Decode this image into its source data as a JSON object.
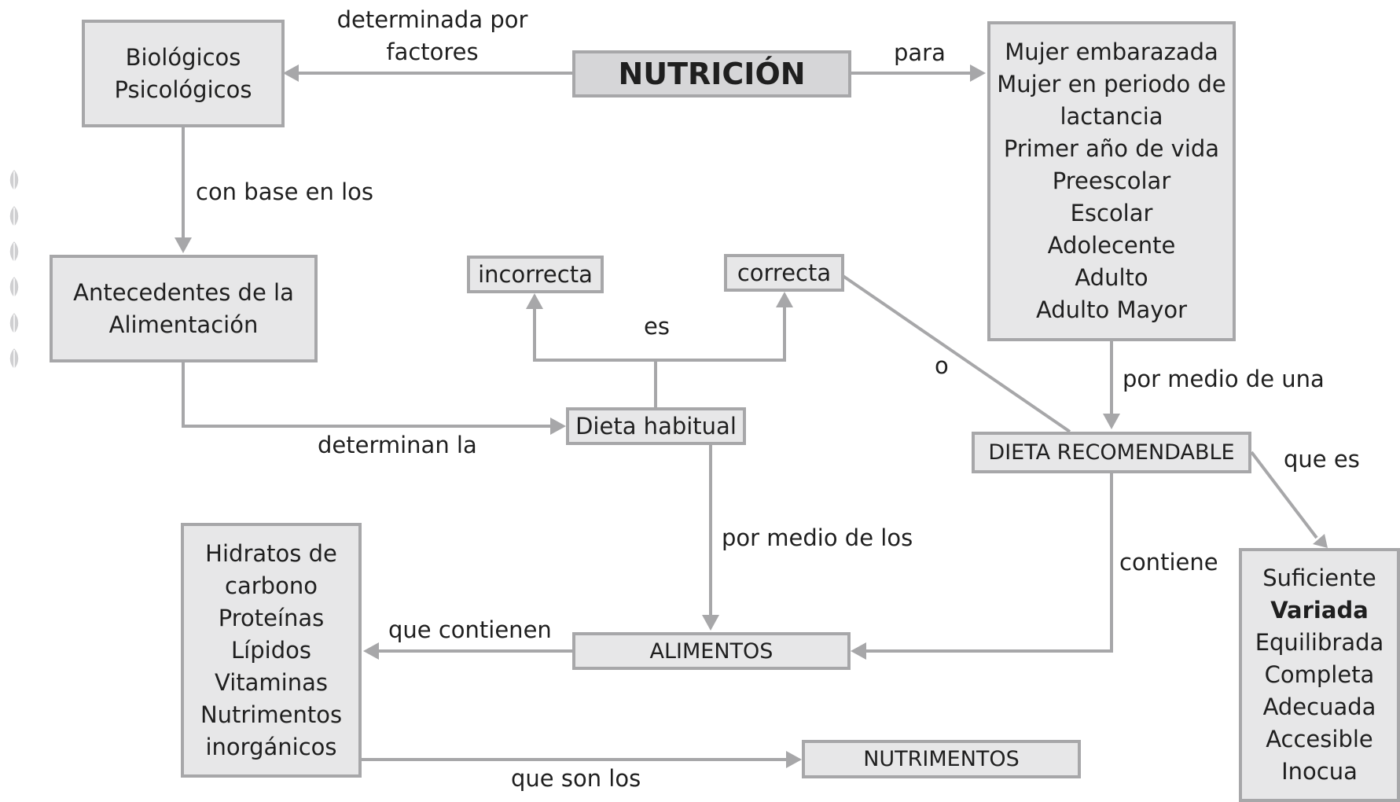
{
  "concept_map": {
    "main": "NUTRICIÓN",
    "factors": [
      "Biológicos",
      "Psicológicos"
    ],
    "groups": [
      "Mujer embarazada",
      "Mujer en periodo de",
      "lactancia",
      "Primer año de vida",
      "Preescolar",
      "Escolar",
      "Adolecente",
      "Adulto",
      "Adulto Mayor"
    ],
    "antecedentes": [
      "Antecedentes de la",
      "Alimentación"
    ],
    "incorrecta": "incorrecta",
    "correcta": "correcta",
    "dieta_habitual": "Dieta habitual",
    "dieta_recomendable": "DIETA RECOMENDABLE",
    "alimentos": "ALIMENTOS",
    "nutrients": [
      "Hidratos de",
      "carbono",
      "Proteínas",
      "Lípidos",
      "Vitaminas",
      "Nutrimentos",
      "inorgánicos"
    ],
    "nutrimentos": "NUTRIMENTOS",
    "qualities": [
      "Suficiente",
      "Variada",
      "Equilibrada",
      "Completa",
      "Adecuada",
      "Accesible",
      "Inocua"
    ]
  },
  "links": {
    "determinada_por": [
      "determinada por",
      "factores"
    ],
    "para": "para",
    "con_base": "con base en los",
    "es": "es",
    "o": "o",
    "determinan_la": "determinan la",
    "por_medio_de_una": "por medio de una",
    "que_es": "que es",
    "por_medio_de_los": "por medio de los",
    "contiene": "contiene",
    "que_contienen": "que contienen",
    "que_son_los": "que son los"
  },
  "colors": {
    "box_fill": "#e7e7e8",
    "title_fill": "#d6d6d8",
    "border": "#a7a7a9",
    "text": "#1f1f1f",
    "leaf": "#cfcfd1"
  },
  "decoration": {
    "icon": "leaf-icon",
    "count": 6
  }
}
